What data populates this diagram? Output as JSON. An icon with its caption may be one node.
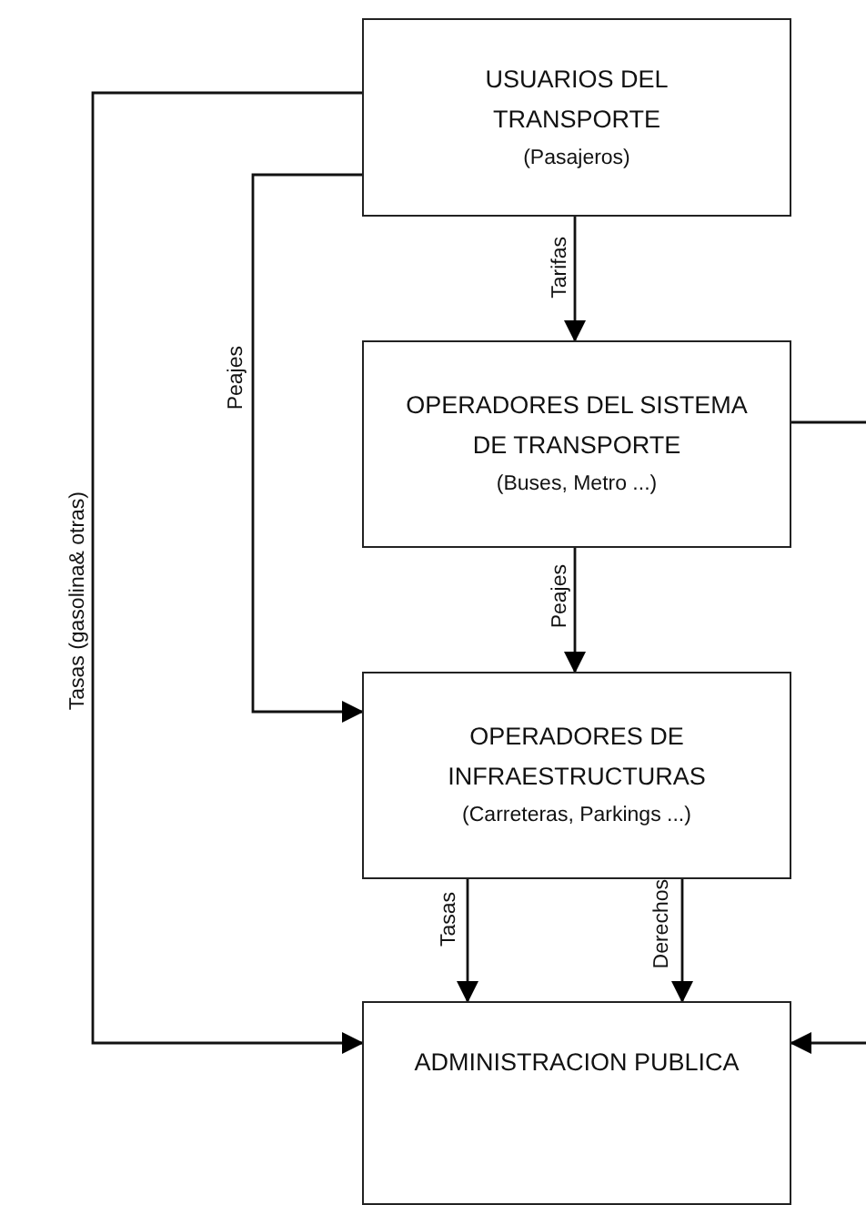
{
  "diagram": {
    "nodes": [
      {
        "text": [
          "USUARIOS DEL TRANSPORTE",
          "(Pasajeros)"
        ]
      },
      {
        "text": [
          "OPERADORES DEL SISTEMA DE TRANSPORTE",
          "(Buses, Metro ...)"
        ]
      },
      {
        "text": [
          "OPERADORES DE INFRAESTRUCTURAS",
          "(Carreteras, Parkings ...)"
        ]
      },
      {
        "text": [
          "ADMINISTRACION PUBLICA"
        ]
      }
    ],
    "edges": [
      {
        "from": 0,
        "to": 3,
        "arrow": "to",
        "label": "Tasas (gasolina& otras)"
      },
      {
        "from": 0,
        "to": 2,
        "arrow": "to",
        "label": "Peajes"
      },
      {
        "from": 0,
        "to": 1,
        "arrow": "to",
        "label": "Tarifas"
      },
      {
        "from": 1,
        "to": 2,
        "arrow": "to",
        "label": "Peajes"
      },
      {
        "from": 2,
        "to": 3,
        "arrow": "to",
        "label": "Tasas"
      },
      {
        "from": 2,
        "to": 3,
        "arrow": "to",
        "label": "Derechos"
      },
      {
        "from": 1,
        "to": null,
        "arrow": "none"
      },
      {
        "from": null,
        "to": 3,
        "arrow": "to"
      }
    ]
  }
}
